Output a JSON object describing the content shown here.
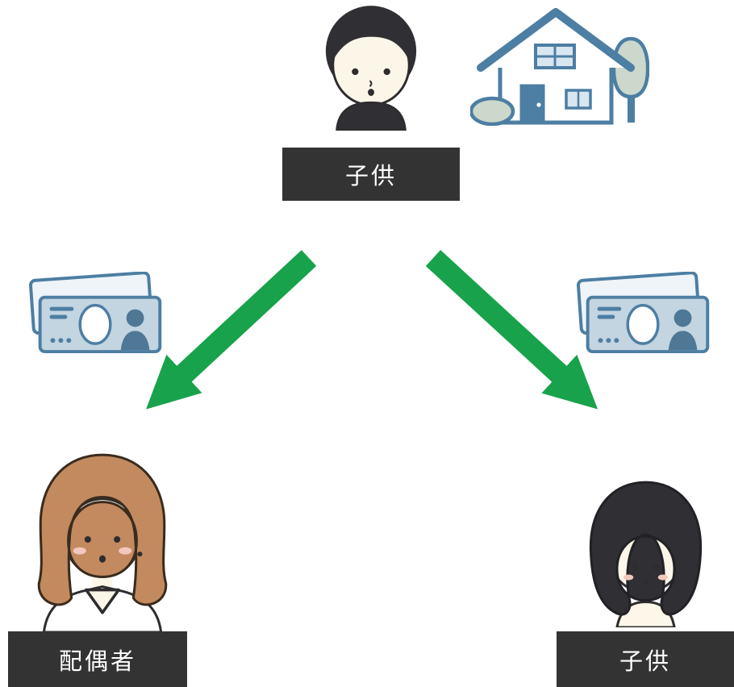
{
  "diagram": {
    "nodes": {
      "top": {
        "label": "子供",
        "icons": [
          "child-person-icon",
          "house-icon"
        ]
      },
      "bottom_left": {
        "label": "配偶者",
        "icons": [
          "spouse-person-icon"
        ]
      },
      "bottom_right": {
        "label": "子供",
        "icons": [
          "child-girl-icon"
        ]
      }
    },
    "edges": [
      {
        "from": "top",
        "to": "bottom_left",
        "icon": "money-banknotes-icon"
      },
      {
        "from": "top",
        "to": "bottom_right",
        "icon": "money-banknotes-icon"
      }
    ]
  },
  "colors": {
    "background": "#ffffff",
    "arrow_green": "#18a24b",
    "label_bg": "#333333",
    "label_text": "#ffffff",
    "outline_blue": "#4d7ea3",
    "note_fill": "#c3d5e1",
    "note_light": "#eef4f8",
    "window_blue": "#d8e6f0",
    "silhouette_blue": "#4e7896",
    "foliage_green": "#ccd8cc",
    "face_cream": "#fcf6e8",
    "hair_dark": "#302f33",
    "hair_brown": "#c28a5e",
    "outline_dark": "#2e2c2e",
    "blush_pink": "#f2c7bd"
  }
}
